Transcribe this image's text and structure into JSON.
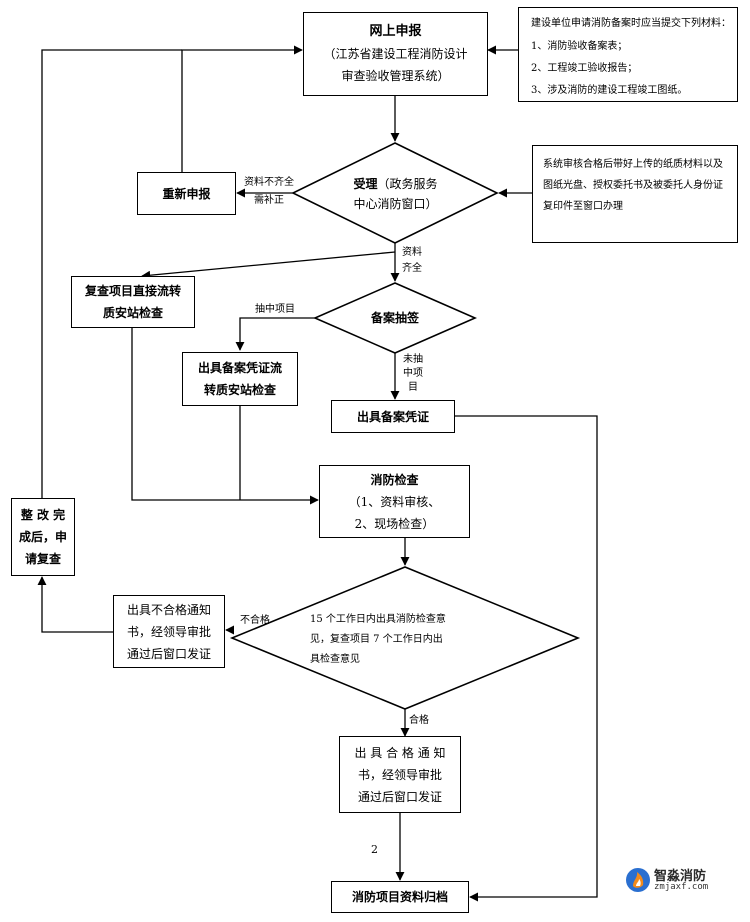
{
  "nodes": {
    "online_apply": {
      "title": "网上申报",
      "sub": "（江苏省建设工程消防设计审查验收管理系统）"
    },
    "materials": {
      "intro": "建设单位申请消防备案时应当提交下列材料：",
      "items": [
        "1、消防验收备案表；",
        "2、工程竣工验收报告；",
        "3、涉及消防的建设工程竣工图纸。"
      ]
    },
    "accept": {
      "title": "受理",
      "sub1": "（政务服务",
      "sub2": "中心消防窗口）"
    },
    "reapply": {
      "label": "重新申报"
    },
    "review_note": {
      "text": "系统审核合格后带好上传的纸质材料以及图纸光盘、授权委托书及被委托人身份证复印件至窗口办理"
    },
    "recheck_transfer": {
      "line1": "复查项目直接流转",
      "line2": "质安站检查"
    },
    "lottery": {
      "label": "备案抽签"
    },
    "issue_cert_transfer": {
      "line1": "出具备案凭证流",
      "line2": "转质安站检查"
    },
    "issue_cert": {
      "label": "出具备案凭证"
    },
    "fire_check": {
      "title": "消防检查",
      "sub1": "（1、资料审核、",
      "sub2": "2、现场检查）"
    },
    "rectify": {
      "line1": "整 改 完",
      "line2": "成后，申",
      "line3": "请复查"
    },
    "fail_notice": {
      "line1": "出具不合格通知",
      "line2": "书，经领导审批",
      "line3": "通过后窗口发证"
    },
    "decision": {
      "line1": "15 个工作日内出具消防检查意",
      "line2": "见，复查项目 7 个工作日内出",
      "line3": "具检查意见"
    },
    "pass_notice": {
      "line1": "出 具 合 格 通 知",
      "line2": "书，经领导审批",
      "line3": "通过后窗口发证"
    },
    "archive": {
      "label": "消防项目资料归档"
    }
  },
  "edges": {
    "incomplete": {
      "line1": "资料不齐全",
      "line2": "需补正"
    },
    "complete": {
      "line1": "资料",
      "line2": "齐全"
    },
    "selected": "抽中项目",
    "not_selected": {
      "line1": "未抽",
      "line2": "中项",
      "line3": "目"
    },
    "fail": "不合格",
    "pass": "合格",
    "step2": "2"
  },
  "watermark": {
    "brand": "智淼消防",
    "site": "zmjaxf.com"
  },
  "colors": {
    "line": "#000000",
    "logo_blue": "#2a6fd0",
    "logo_orange": "#f28a1b"
  }
}
